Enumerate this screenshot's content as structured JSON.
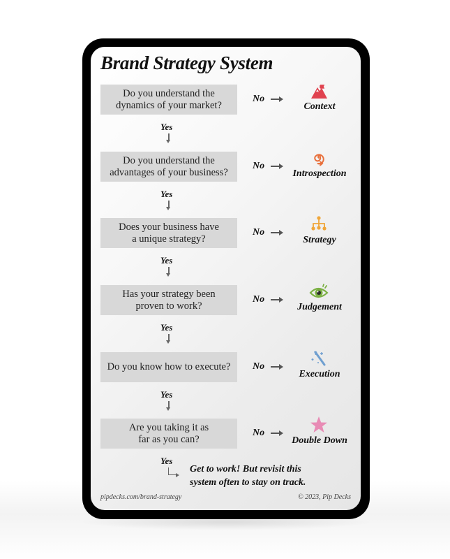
{
  "card": {
    "title": "Brand Strategy System",
    "steps": [
      {
        "question_line1": "Do you understand the",
        "question_line2": "dynamics of your market?",
        "no_label": "No",
        "yes_label": "Yes",
        "outcome": "Context",
        "icon": "mountain-icon",
        "icon_color": "#e0424f"
      },
      {
        "question_line1": "Do you understand the",
        "question_line2": "advantages of your business?",
        "no_label": "No",
        "yes_label": "Yes",
        "outcome": "Introspection",
        "icon": "spiral-icon",
        "icon_color": "#e8703c"
      },
      {
        "question_line1": "Does your business have",
        "question_line2": "a unique strategy?",
        "no_label": "No",
        "yes_label": "Yes",
        "outcome": "Strategy",
        "icon": "hierarchy-icon",
        "icon_color": "#f0a63a"
      },
      {
        "question_line1": "Has your strategy been",
        "question_line2": "proven to work?",
        "no_label": "No",
        "yes_label": "Yes",
        "outcome": "Judgement",
        "icon": "eye-icon",
        "icon_color": "#7bb043"
      },
      {
        "question_line1": "Do you know how to execute?",
        "question_line2": "",
        "no_label": "No",
        "yes_label": "Yes",
        "outcome": "Execution",
        "icon": "magic-wand-icon",
        "icon_color": "#6f9fd0"
      },
      {
        "question_line1": "Are you taking it as",
        "question_line2": "far as you can?",
        "no_label": "No",
        "yes_label": "Yes",
        "outcome": "Double Down",
        "icon": "star-icon",
        "icon_color": "#e88bb5"
      }
    ],
    "final_message_line1": "Get to work! But revisit this",
    "final_message_line2": "system often to stay on track.",
    "footer_url": "pipdecks.com/brand-strategy",
    "footer_copyright": "© 2023, Pip Decks"
  },
  "colors": {
    "card_border": "#000000",
    "question_box": "#d8d8d8",
    "text": "#111111"
  }
}
